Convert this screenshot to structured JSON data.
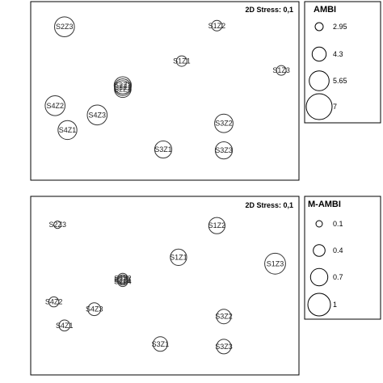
{
  "chart_data": [
    {
      "type": "scatter",
      "stress_label": "2D Stress: 0,1",
      "legend": {
        "title": "AMBI",
        "values": [
          2.95,
          4.3,
          5.65,
          7
        ],
        "labels": [
          "2.95",
          "4.3",
          "5.65",
          "7"
        ]
      },
      "points": [
        {
          "label": "S2Z3",
          "x": 0.126,
          "y": 0.859,
          "size": 5.65
        },
        {
          "label": "S1Z2",
          "x": 0.694,
          "y": 0.865,
          "size": 3.5
        },
        {
          "label": "S1Z1",
          "x": 0.563,
          "y": 0.667,
          "size": 3.5
        },
        {
          "label": "S1Z3",
          "x": 0.934,
          "y": 0.615,
          "size": 3.3
        },
        {
          "label": "S2Z2",
          "x": 0.343,
          "y": 0.531,
          "size": 5.0
        },
        {
          "label": "S2Z1",
          "x": 0.343,
          "y": 0.521,
          "size": 4.9
        },
        {
          "label": "S2Z4",
          "x": 0.343,
          "y": 0.51,
          "size": 4.9
        },
        {
          "label": "S4Z2",
          "x": 0.091,
          "y": 0.417,
          "size": 5.65
        },
        {
          "label": "S4Z3",
          "x": 0.248,
          "y": 0.365,
          "size": 5.65
        },
        {
          "label": "S3Z2",
          "x": 0.72,
          "y": 0.318,
          "size": 5.3
        },
        {
          "label": "S4Z1",
          "x": 0.137,
          "y": 0.281,
          "size": 5.4
        },
        {
          "label": "S3Z1",
          "x": 0.494,
          "y": 0.172,
          "size": 5.0
        },
        {
          "label": "S3Z3",
          "x": 0.72,
          "y": 0.167,
          "size": 5.0
        }
      ]
    },
    {
      "type": "scatter",
      "stress_label": "2D Stress: 0,1",
      "legend": {
        "title": "M-AMBI",
        "values": [
          0.1,
          0.4,
          0.7,
          1
        ],
        "labels": [
          "0.1",
          "0.4",
          "0.7",
          "1"
        ]
      },
      "points": [
        {
          "label": "S2Z3",
          "x": 0.1,
          "y": 0.841,
          "size": 0.15
        },
        {
          "label": "S1Z2",
          "x": 0.694,
          "y": 0.836,
          "size": 0.65
        },
        {
          "label": "S1Z1",
          "x": 0.551,
          "y": 0.659,
          "size": 0.65
        },
        {
          "label": "S1Z3",
          "x": 0.911,
          "y": 0.623,
          "size": 0.9
        },
        {
          "label": "S2Z2",
          "x": 0.343,
          "y": 0.541,
          "size": 0.3
        },
        {
          "label": "S2Z1",
          "x": 0.343,
          "y": 0.532,
          "size": 0.3
        },
        {
          "label": "S2Z4",
          "x": 0.343,
          "y": 0.523,
          "size": 0.3
        },
        {
          "label": "S4Z2",
          "x": 0.086,
          "y": 0.409,
          "size": 0.3
        },
        {
          "label": "S4Z3",
          "x": 0.237,
          "y": 0.368,
          "size": 0.45
        },
        {
          "label": "S3Z2",
          "x": 0.72,
          "y": 0.327,
          "size": 0.55
        },
        {
          "label": "S4Z1",
          "x": 0.126,
          "y": 0.277,
          "size": 0.35
        },
        {
          "label": "S3Z1",
          "x": 0.483,
          "y": 0.173,
          "size": 0.55
        },
        {
          "label": "S3Z3",
          "x": 0.72,
          "y": 0.159,
          "size": 0.55
        }
      ]
    }
  ]
}
